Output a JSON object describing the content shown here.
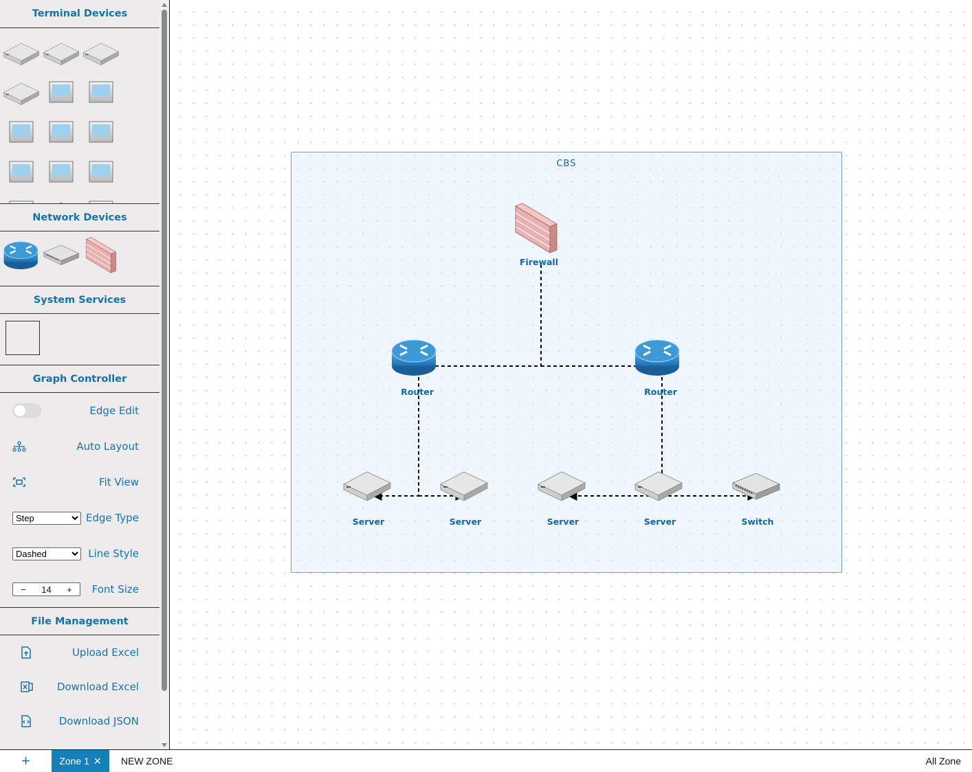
{
  "sidebar": {
    "sections": {
      "terminal": "Terminal Devices",
      "network": "Network Devices",
      "system": "System Services",
      "graph": "Graph Controller",
      "file": "File Management"
    },
    "terminal_devices": [
      "server-1",
      "server-2",
      "server-3",
      "server-4",
      "desktop-pc",
      "laptop",
      "printer",
      "tablet",
      "ip-phone",
      "fax",
      "monitor",
      "mainframe",
      "camera",
      "wireless-router",
      "satellite-dish"
    ],
    "network_devices": [
      "router",
      "switch",
      "firewall"
    ],
    "graph_controller": {
      "edge_edit": "Edge Edit",
      "edge_edit_on": false,
      "auto_layout": "Auto Layout",
      "fit_view": "Fit View",
      "edge_type_value": "Step",
      "edge_type": "Edge Type",
      "line_style_value": "Dashed",
      "line_style": "Line Style",
      "font_size_value": "14",
      "font_size": "Font Size",
      "minus": "−",
      "plus": "+"
    },
    "file_management": {
      "upload_excel": "Upload Excel",
      "download_excel": "Download Excel",
      "download_json": "Download JSON"
    }
  },
  "canvas": {
    "zone_title": "CBS",
    "nodes": {
      "firewall": "Firewall",
      "router1": "Router",
      "router2": "Router",
      "server1": "Server",
      "server2": "Server",
      "server3": "Server",
      "server4": "Server",
      "switch": "Switch"
    },
    "edge_style": "dashed",
    "edge_type": "step"
  },
  "bottom_bar": {
    "add": "+",
    "active_tab": "Zone 1",
    "close": "✕",
    "new_zone": "NEW ZONE",
    "all_zone": "All Zone"
  },
  "colors": {
    "accent": "#1380b9",
    "label": "#1567a4",
    "sidebar_bg": "#edebeb"
  }
}
